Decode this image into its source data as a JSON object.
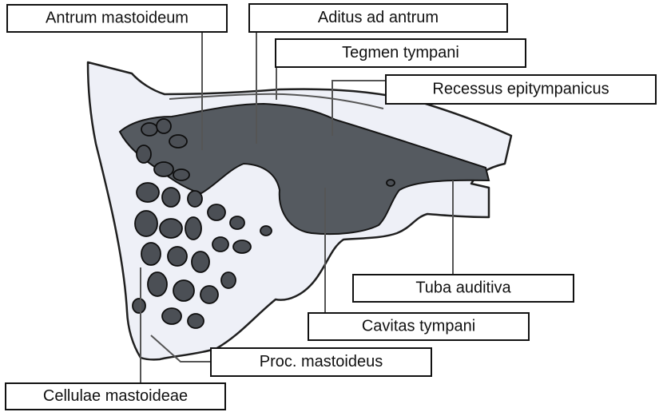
{
  "labels": {
    "antrum_mastoideum": "Antrum mastoideum",
    "aditus_ad_antrum": "Aditus ad antrum",
    "tegmen_tympani": "Tegmen tympani",
    "recessus_epitympanicus": "Recessus epitympanicus",
    "tuba_auditiva": "Tuba auditiva",
    "cavitas_tympani": "Cavitas tympani",
    "proc_mastoideus": "Proc. mastoideus",
    "cellulae_mastoideae": "Cellulae mastoideae"
  },
  "colors": {
    "bone": "#eef0f7",
    "cavity": "#555a60",
    "outline": "#1f1f1f"
  }
}
